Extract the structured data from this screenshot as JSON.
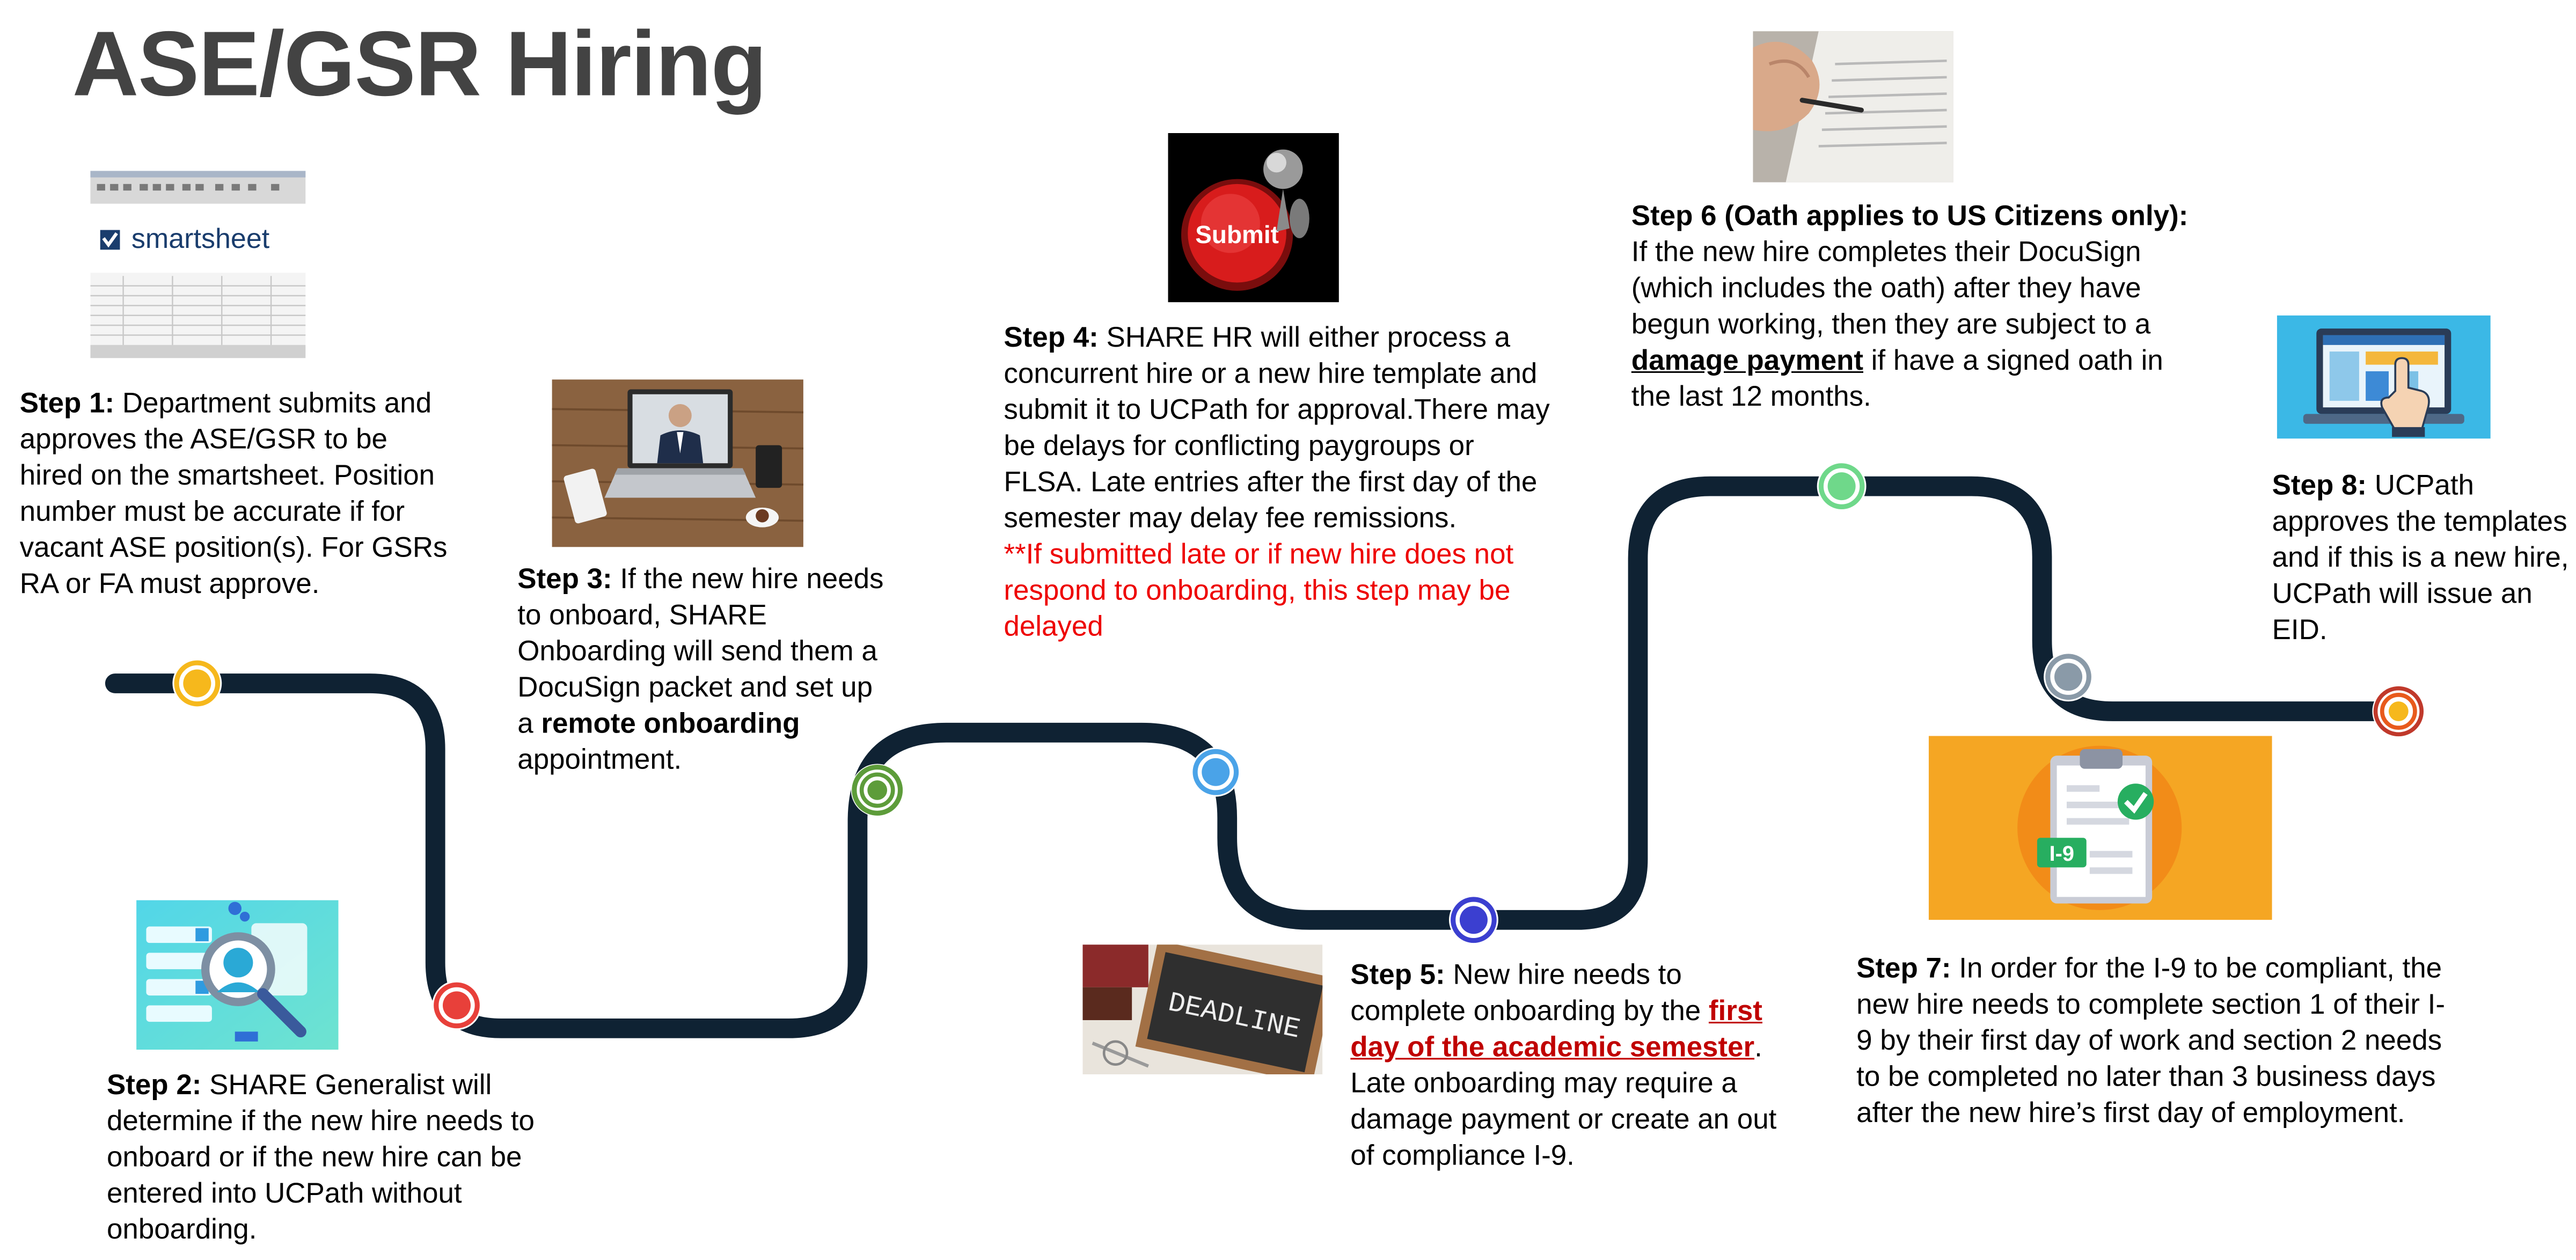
{
  "title": "ASE/GSR Hiring",
  "logo_text": "smartsheet",
  "submit_label": "Submit",
  "deadline_label": "DEADLINE",
  "i9_label": "I-9",
  "steps": [
    {
      "label": "Step 1:",
      "text": " Department submits and approves the ASE/GSR to be hired on the smartsheet. Position number must be accurate if for vacant ASE position(s). For GSRs RA or FA must approve."
    },
    {
      "label": "Step 2:",
      "text": " SHARE Generalist will determine if the new hire needs to onboard or if the new hire can be entered into UCPath without onboarding."
    },
    {
      "label": "Step 3:",
      "text_a": " If the new hire needs to onboard, SHARE Onboarding will send them a DocuSign packet and set up a ",
      "bold": "remote onboarding",
      "text_b": " appointment."
    },
    {
      "label": "Step 4:",
      "text": " SHARE HR will either process a concurrent hire or a new hire template and submit it to UCPath for approval.There may be delays for conflicting paygroups or FLSA. Late entries after the first day of the semester may delay fee remissions.",
      "warning": "**If submitted late or if new hire does not respond to onboarding, this step may be delayed"
    },
    {
      "label": "Step 5:",
      "text_a": " New hire needs to complete onboarding by the ",
      "link": "first day of the academic semester",
      "text_b": ". Late onboarding may require a damage payment or create an out of compliance I-9."
    },
    {
      "label": "Step 6 (Oath applies to US Citizens only):",
      "text_a": " If the new hire completes their DocuSign (which includes the oath) after they have begun working, then they are subject to a ",
      "link": "damage payment",
      "text_b": " if have a signed oath in the last 12 months."
    },
    {
      "label": "Step 7:",
      "text": " In order for the I-9 to be compliant, the new hire needs to complete section 1 of their I-9 by their first day of work and section 2 needs to be completed no later than 3 business days after the new hire’s first day of employment."
    },
    {
      "label": "Step 8:",
      "text": " UCPath approves the templates and if this is a new hire, UCPath will issue an EID."
    }
  ],
  "markers": [
    {
      "name": "marker-step-1",
      "color": "#f6b81c"
    },
    {
      "name": "marker-step-2",
      "color": "#e8403a"
    },
    {
      "name": "marker-step-3",
      "color": "#5d9c3a"
    },
    {
      "name": "marker-step-4",
      "color": "#4aa3e8"
    },
    {
      "name": "marker-step-5",
      "color": "#3b3fd0"
    },
    {
      "name": "marker-step-6",
      "color": "#6fd88a"
    },
    {
      "name": "marker-step-7",
      "color": "#8a9aa8"
    },
    {
      "name": "marker-step-8",
      "color": "#e85a1c"
    }
  ]
}
